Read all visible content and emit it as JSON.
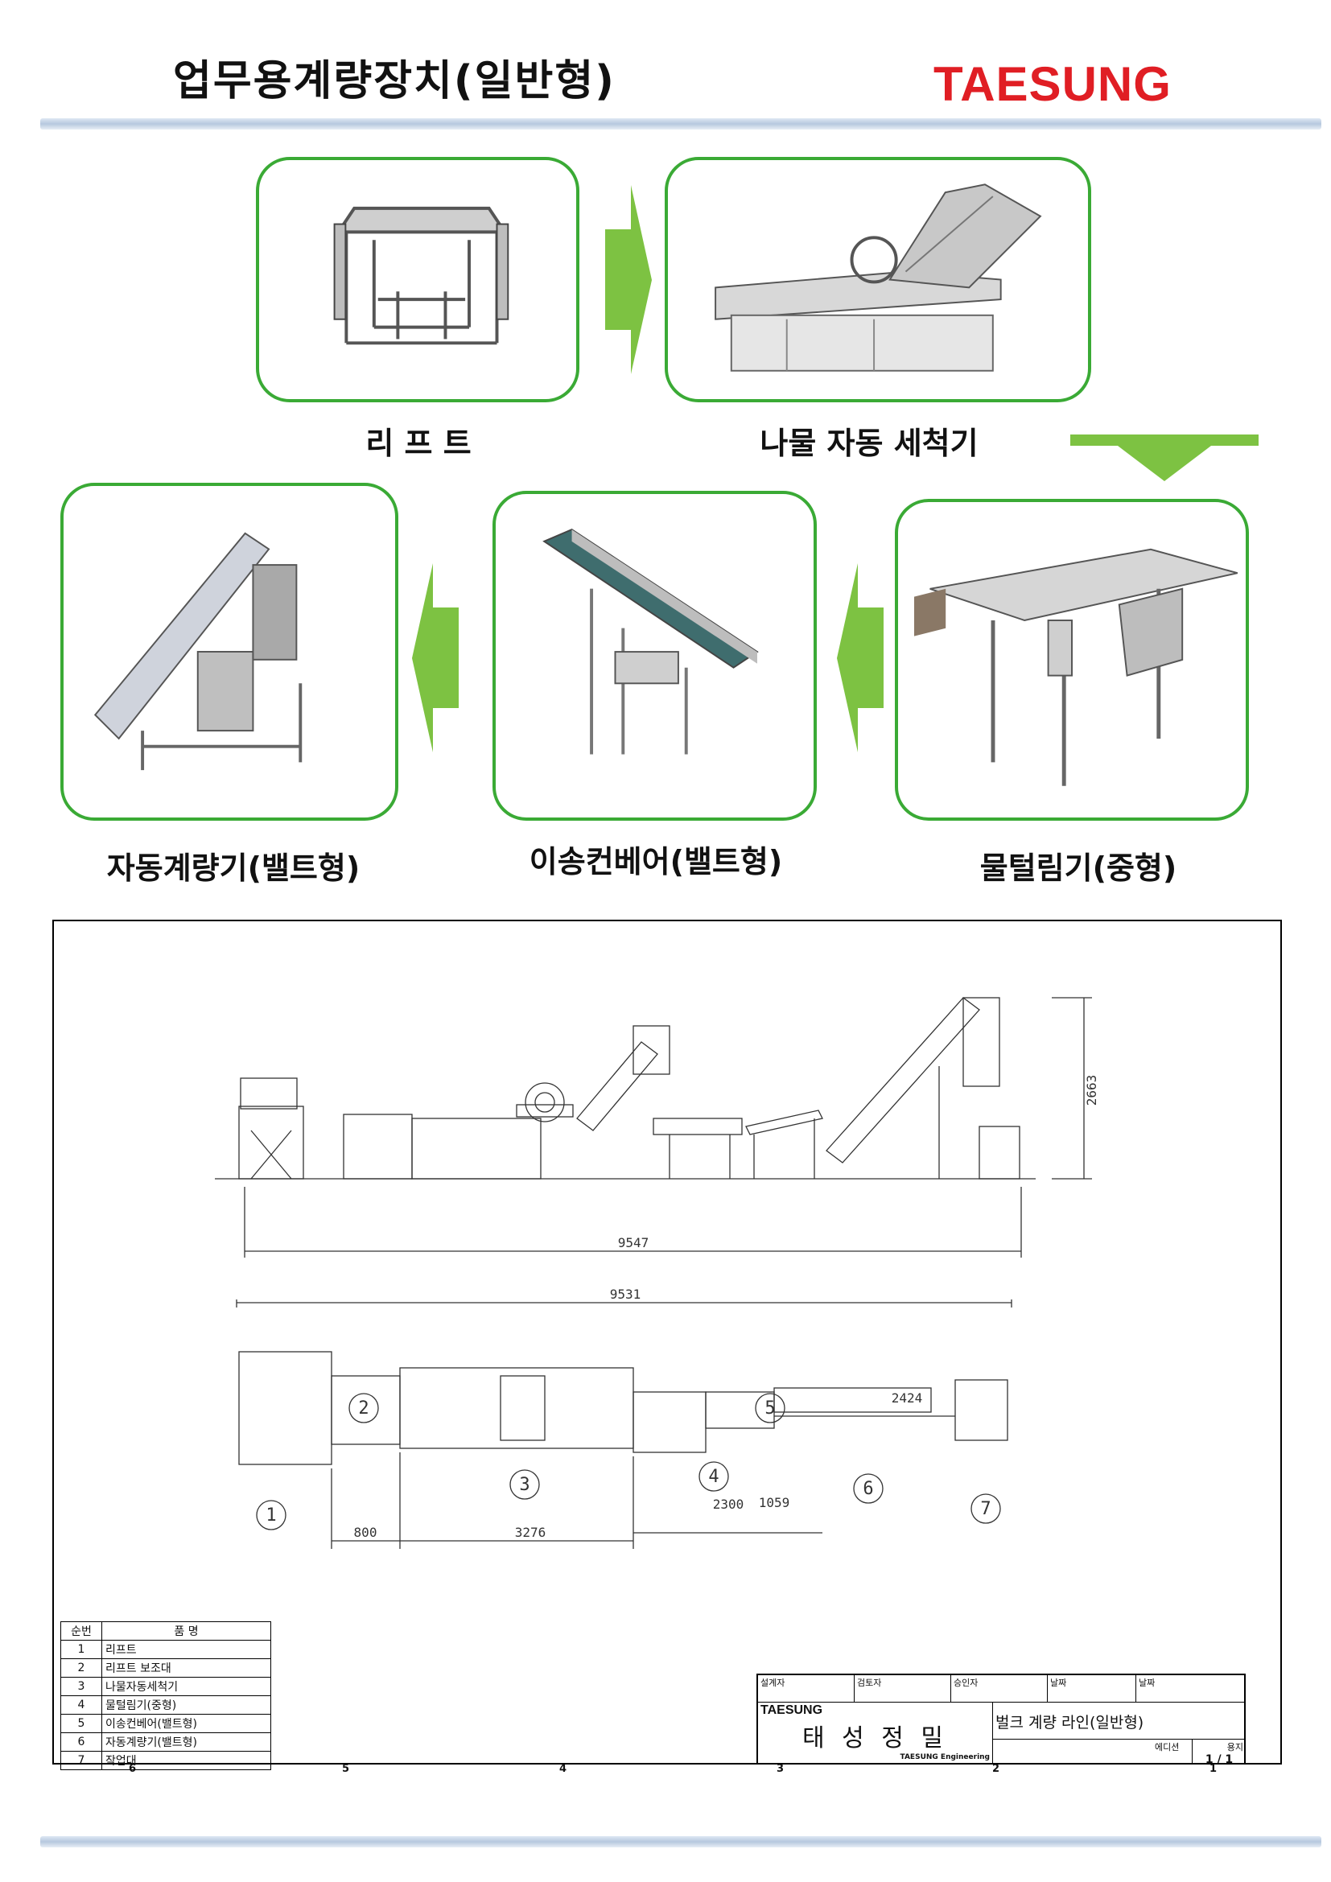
{
  "header": {
    "title": "업무용계량장치(일반형)",
    "brand": "TAESUNG"
  },
  "steps": [
    {
      "label": "리 프 트"
    },
    {
      "label": "나물 자동 세척기"
    },
    {
      "label": "물털림기(중형)"
    },
    {
      "label": "이송컨베어(밸트형)"
    },
    {
      "label": "자동계량기(밸트형)"
    }
  ],
  "colors": {
    "frame_border": "#3aaa35",
    "arrow": "#7dc242",
    "brand": "#e01e24"
  },
  "drawing": {
    "dimensions": {
      "height": "2663",
      "side_length": "9547",
      "plan_length": "9531",
      "d800": "800",
      "d3276": "3276",
      "d2300": "2300",
      "d1059": "1059",
      "d2424": "2424"
    },
    "markers": [
      "1",
      "2",
      "3",
      "4",
      "5",
      "6",
      "7"
    ],
    "parts_table": {
      "headers": [
        "순번",
        "품    명"
      ],
      "rows": [
        {
          "no": "1",
          "name": "리프트"
        },
        {
          "no": "2",
          "name": "리프트 보조대"
        },
        {
          "no": "3",
          "name": "나물자동세척기"
        },
        {
          "no": "4",
          "name": "물털림기(중형)"
        },
        {
          "no": "5",
          "name": "이송컨베어(밸트형)"
        },
        {
          "no": "6",
          "name": "자동계량기(밸트형)"
        },
        {
          "no": "7",
          "name": "작업대"
        }
      ]
    },
    "title_block": {
      "header_cells": [
        "설계자",
        "검토자",
        "승인자",
        "날짜",
        "날짜"
      ],
      "brand": "TAESUNG",
      "company": "태 성 정 밀",
      "company_en": "TAESUNG Engineering",
      "drawing_name": "벌크 계량 라인(일반형)",
      "revision_label": "에디션",
      "sheet_label": "용지",
      "sheet": "1 / 1"
    },
    "ruler_numbers": [
      "6",
      "5",
      "4",
      "3",
      "2",
      "1"
    ]
  }
}
